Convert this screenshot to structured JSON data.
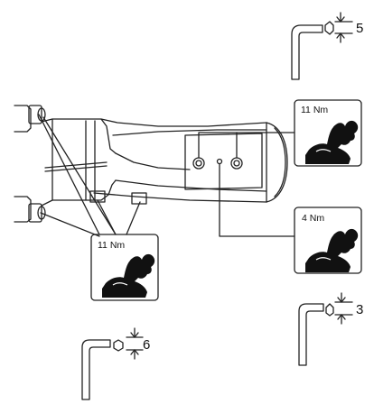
{
  "torque_labels": {
    "upper_bolts": "11 Nm",
    "front_face_bolts": "11 Nm",
    "front_center_bolt": "4 Nm"
  },
  "hex_key_sizes": {
    "top_right": "5",
    "bottom_right": "3",
    "bottom_left": "6"
  },
  "icons": [
    "flexed-arm-icon",
    "hex-key-icon",
    "stem-drawing"
  ],
  "colors": {
    "line": "#222222",
    "icon_fill": "#111111",
    "background": "#ffffff"
  }
}
